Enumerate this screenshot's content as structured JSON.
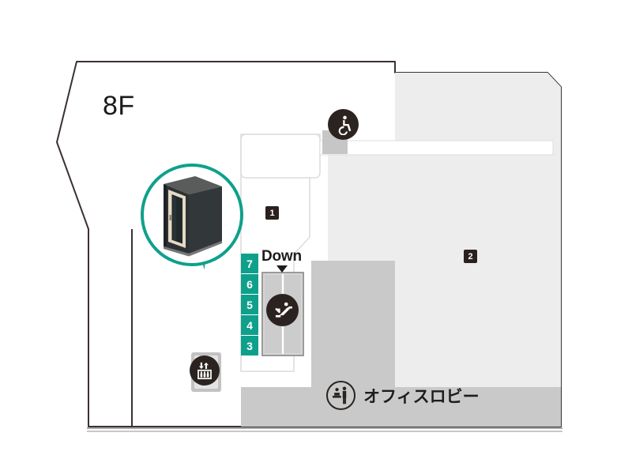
{
  "map": {
    "floor_label": "8F",
    "colors": {
      "accent_green": "#0fa08c",
      "icon_dark": "#2b2320",
      "room_light_gray": "#ededee",
      "room_mid_gray": "#c9c9c9",
      "outline": "#3a3230"
    }
  },
  "floor_badges": {
    "name": "floor-level-selector",
    "items": [
      {
        "label": "7"
      },
      {
        "label": "6"
      },
      {
        "label": "5"
      },
      {
        "label": "4"
      },
      {
        "label": "3"
      }
    ]
  },
  "escalator": {
    "direction_label": "Down",
    "icon": "escalator-icon",
    "arrow": "down-triangle-icon"
  },
  "elevator": {
    "icon": "elevator-icon"
  },
  "accessible": {
    "icon": "wheelchair-accessible-icon"
  },
  "lobby": {
    "icon": "reception-desk-icon",
    "label": "オフィスロビー"
  },
  "room_markers": [
    {
      "label": "1"
    },
    {
      "label": "2"
    }
  ],
  "callout": {
    "name": "phone-booth-callout",
    "photo_alt": "telephone-booth-pod-photo"
  }
}
